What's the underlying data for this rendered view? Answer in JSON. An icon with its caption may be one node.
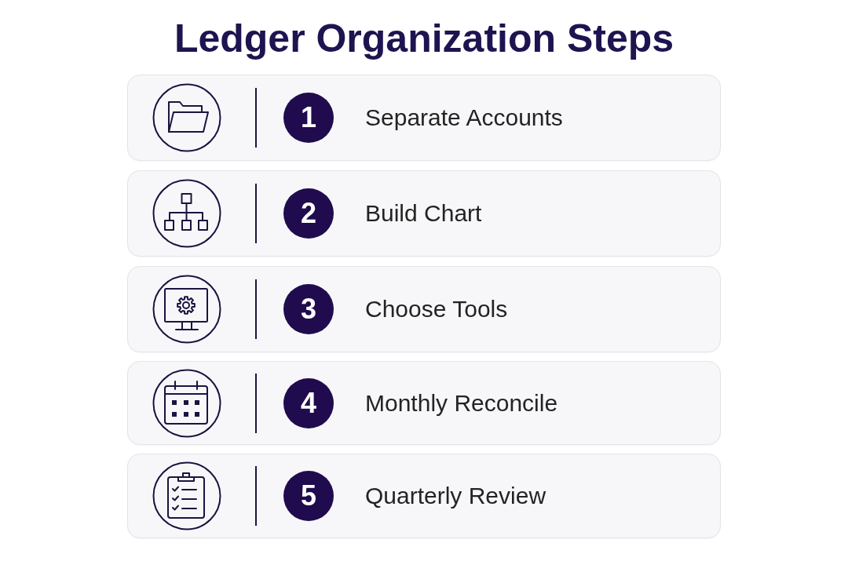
{
  "diagram": {
    "title": "Ledger Organization Steps",
    "nodes": [
      {
        "text": [
          "Separate Accounts"
        ]
      },
      {
        "text": [
          "1"
        ],
        "in": 0
      },
      {
        "text": [
          "Build Chart"
        ]
      },
      {
        "text": [
          "2"
        ],
        "in": 2
      },
      {
        "text": [
          "Choose Tools"
        ]
      },
      {
        "text": [
          "3"
        ],
        "in": 4
      },
      {
        "text": [
          "Monthly Reconcile"
        ]
      },
      {
        "text": [
          "4"
        ],
        "in": 6
      },
      {
        "text": [
          "Quarterly Review"
        ]
      },
      {
        "text": [
          "5"
        ],
        "in": 8
      }
    ]
  }
}
